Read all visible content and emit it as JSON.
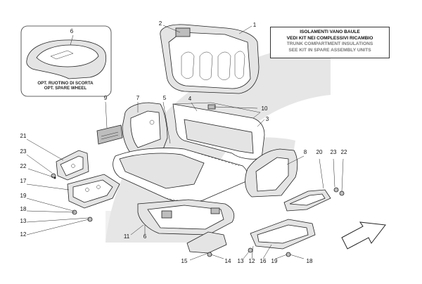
{
  "note_box": {
    "line1": "ISOLAMENTI VANO BAULE",
    "line2": "VEDI KIT NEI COMPLESSIVI RICAMBIO",
    "line3": "TRUNK COMPARTMENT INSULATIONS",
    "line4": "SEE KIT IN SPARE ASSEMBLY UNITS"
  },
  "inset": {
    "caption_line1": "OPT. RUOTINO DI SCORTA",
    "caption_line2": "OPT. SPARE WHEEL"
  },
  "callouts": {
    "c1": "1",
    "c2": "2",
    "c3": "3",
    "c4": "4",
    "c5": "5",
    "c6_inset": "6",
    "c6_main": "6",
    "c7": "7",
    "c8": "8",
    "c9": "9",
    "c10": "10",
    "c11": "11",
    "c12_left": "12",
    "c12_bottom": "12",
    "c13_left": "13",
    "c13_bottom": "13",
    "c14": "14",
    "c15": "15",
    "c16": "16",
    "c17": "17",
    "c18_left": "18",
    "c18_bottom": "18",
    "c19_left": "19",
    "c19_bottom": "19",
    "c20": "20",
    "c21": "21",
    "c22_left": "22",
    "c22_right": "22",
    "c23_left": "23",
    "c23_right": "23"
  },
  "colors": {
    "background_band": "#e6e6e6",
    "line": "#222222"
  }
}
